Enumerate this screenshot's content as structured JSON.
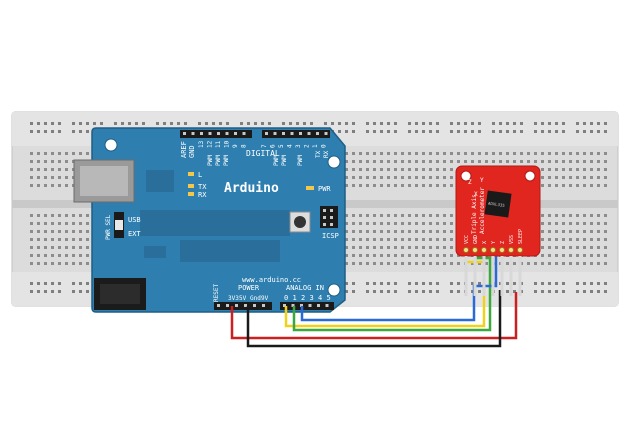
{
  "arduino": {
    "brand": "Arduino",
    "website": "www.arduino.cc",
    "aref": "AREF",
    "gnd_top": "GND",
    "digital": "DIGITAL",
    "top_pin_numbers": [
      "13",
      "12",
      "11",
      "10",
      "9",
      "8",
      "7",
      "6",
      "5",
      "4",
      "3",
      "2",
      "1",
      "0"
    ],
    "pwm": "PWM",
    "tx_top": "TX",
    "rx_top": "RX",
    "led_l": "L",
    "led_tx": "TX",
    "led_rx": "RX",
    "pwr_led": "PWR",
    "pwr_sel": "PWR SEL",
    "usb": "USB",
    "ext": "EXT",
    "icsp": "ICSP",
    "reset": "RESET",
    "power": "POWER",
    "power_pins": [
      "3V3",
      "5V",
      "Gnd",
      "9V"
    ],
    "analog_in": "ANALOG IN",
    "analog_pins": [
      "0",
      "1",
      "2",
      "3",
      "4",
      "5"
    ]
  },
  "sensor": {
    "title": "Triple Axis",
    "subtitle": "Accelerometer",
    "chip": "ADXL335",
    "axes": [
      "X",
      "Y",
      "Z"
    ],
    "pin_labels": [
      "VCC",
      "GND",
      "X",
      "Y",
      "Z",
      "VSS",
      "SLEEP"
    ]
  },
  "wire_colors": {
    "red": "#cc1f1f",
    "black": "#1a1a1a",
    "yellow": "#f0d21a",
    "green": "#3aa83a",
    "blue": "#2a6ad6"
  },
  "colors": {
    "board_teal": "#2e7fb0",
    "sensor_red": "#e0261f",
    "breadboard": "#d9d9d9"
  }
}
